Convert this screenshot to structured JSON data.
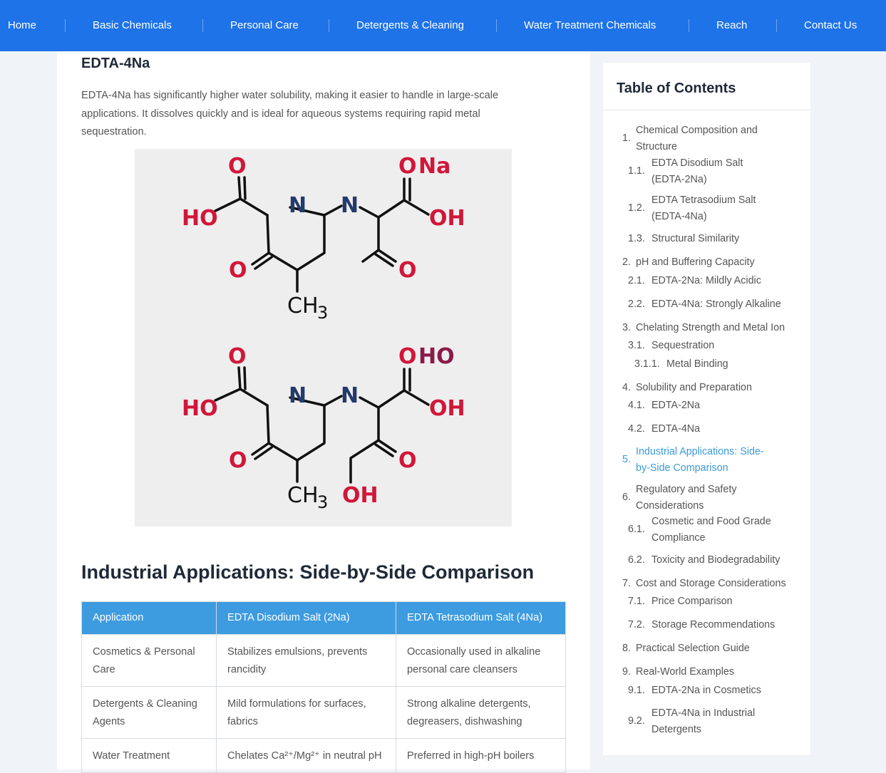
{
  "nav": {
    "items": [
      "Home",
      "Basic Chemicals",
      "Personal Care",
      "Detergents & Cleaning",
      "Water Treatment Chemicals",
      "Reach",
      "Contact Us"
    ]
  },
  "article": {
    "subheading": "EDTA-4Na",
    "paragraph": "EDTA-4Na has significantly higher water solubility, making it easier to handle in large-scale applications. It dissolves quickly and is ideal for aqueous systems requiring rapid metal sequestration.",
    "figure_labels": {
      "o": "O",
      "na": "Na",
      "ho": "HO",
      "oh": "OH",
      "n": "N",
      "ch": "CH",
      "sub3": "3"
    },
    "section_heading": "Industrial Applications: Side-by-Side Comparison",
    "table": {
      "headers": [
        "Application",
        "EDTA Disodium Salt (2Na)",
        "EDTA Tetrasodium Salt (4Na)"
      ],
      "rows": [
        [
          "Cosmetics & Personal Care",
          "Stabilizes emulsions, prevents rancidity",
          "Occasionally used in alkaline personal care cleansers"
        ],
        [
          "Detergents & Cleaning Agents",
          "Mild formulations for surfaces, fabrics",
          "Strong alkaline detergents, degreasers, dishwashing"
        ],
        [
          "Water Treatment",
          "Chelates Ca²⁺/Mg²⁺ in neutral pH",
          "Preferred in high-pH boilers"
        ]
      ]
    }
  },
  "toc": {
    "title": "Table of Contents",
    "active_color": "#3a9ad9",
    "entries": [
      {
        "num": "1.",
        "text": "Chemical Composition and Structure"
      },
      {
        "num": "1.1.",
        "text": "EDTA Disodium Salt (EDTA-2Na)"
      },
      {
        "num": "1.2.",
        "text": "EDTA Tetrasodium Salt (EDTA-4Na)"
      },
      {
        "num": "1.3.",
        "text": "Structural Similarity"
      },
      {
        "num": "2.",
        "text": "pH and Buffering Capacity"
      },
      {
        "num": "2.1.",
        "text": "EDTA-2Na: Mildly Acidic"
      },
      {
        "num": "2.2.",
        "text": "EDTA-4Na: Strongly Alkaline"
      },
      {
        "num": "3.",
        "text": "Chelating Strength and Metal Ion"
      },
      {
        "num": "3.1.",
        "text": "Sequestration"
      },
      {
        "num": "3.1.1.",
        "text": "Metal Binding"
      },
      {
        "num": "4.",
        "text": "Solubility and Preparation"
      },
      {
        "num": "4.1.",
        "text": "EDTA-2Na"
      },
      {
        "num": "4.2.",
        "text": "EDTA-4Na"
      },
      {
        "num": "5.",
        "text": "Industrial Applications: Side-by-Side Comparison"
      },
      {
        "num": "6.",
        "text": "Regulatory and Safety Considerations"
      },
      {
        "num": "6.1.",
        "text": "Cosmetic and Food Grade Compliance"
      },
      {
        "num": "6.2.",
        "text": "Toxicity and Biodegradability"
      },
      {
        "num": "7.",
        "text": "Cost and Storage Considerations"
      },
      {
        "num": "7.1.",
        "text": "Price Comparison"
      },
      {
        "num": "7.2.",
        "text": "Storage Recommendations"
      },
      {
        "num": "8.",
        "text": "Practical Selection Guide"
      },
      {
        "num": "9.",
        "text": "Real-World Examples"
      },
      {
        "num": "9.1.",
        "text": "EDTA-2Na in Cosmetics"
      },
      {
        "num": "9.2.",
        "text": "EDTA-4Na in Industrial Detergents"
      }
    ]
  }
}
